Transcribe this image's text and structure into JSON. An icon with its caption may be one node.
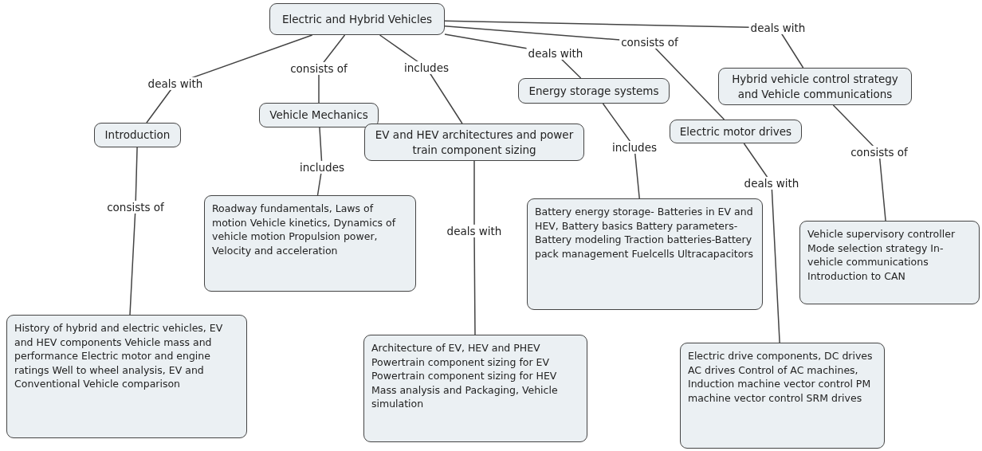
{
  "diagram": {
    "nodes": [
      {
        "text": [
          "Electric and Hybrid Vehicles"
        ]
      },
      {
        "text": [
          "Introduction"
        ]
      },
      {
        "text": [
          "Vehicle Mechanics"
        ]
      },
      {
        "text": [
          "EV and HEV architectures and power train component sizing"
        ]
      },
      {
        "text": [
          "Energy storage systems"
        ]
      },
      {
        "text": [
          "Hybrid vehicle control strategy and Vehicle communications"
        ]
      },
      {
        "text": [
          "Electric motor drives"
        ]
      },
      {
        "text": [
          "Roadway fundamentals, Laws of motion Vehicle kinetics, Dynamics of vehicle motion Propulsion power, Velocity and acceleration"
        ]
      },
      {
        "text": [
          "History of hybrid and electric vehicles, EV and HEV components Vehicle mass and performance Electric motor and engine ratings Well to wheel analysis, EV and Conventional Vehicle comparison"
        ]
      },
      {
        "text": [
          "Battery energy storage- Batteries in EV and HEV, Battery basics Battery parameters-Battery modeling Traction batteries-Battery pack management Fuelcells Ultracapacitors"
        ]
      },
      {
        "text": [
          "Architecture of EV, HEV and PHEV Powertrain component sizing for EV Powertrain component sizing for HEV Mass analysis and Packaging, Vehicle simulation"
        ]
      },
      {
        "text": [
          "Vehicle supervisory controller Mode selection strategy In-vehicle communications Introduction to CAN"
        ]
      },
      {
        "text": [
          "Electric drive components, DC drives AC drives Control of AC machines, Induction machine vector control PM machine vector control SRM drives"
        ]
      }
    ],
    "edges": [
      {
        "from": 0,
        "to": 1,
        "arrow": "none",
        "label": "deals with"
      },
      {
        "from": 0,
        "to": 2,
        "arrow": "none",
        "label": "consists of"
      },
      {
        "from": 0,
        "to": 3,
        "arrow": "none",
        "label": "includes"
      },
      {
        "from": 0,
        "to": 4,
        "arrow": "none",
        "label": "deals with"
      },
      {
        "from": 0,
        "to": 6,
        "arrow": "none",
        "label": "consists of"
      },
      {
        "from": 0,
        "to": 5,
        "arrow": "none",
        "label": "deals with"
      },
      {
        "from": 1,
        "to": 8,
        "arrow": "none",
        "label": "consists of"
      },
      {
        "from": 2,
        "to": 7,
        "arrow": "none",
        "label": "includes"
      },
      {
        "from": 3,
        "to": 10,
        "arrow": "none",
        "label": "deals with"
      },
      {
        "from": 4,
        "to": 9,
        "arrow": "none",
        "label": "includes"
      },
      {
        "from": 6,
        "to": 12,
        "arrow": "none",
        "label": "deals with"
      },
      {
        "from": 5,
        "to": 11,
        "arrow": "none",
        "label": "consists of"
      }
    ]
  }
}
